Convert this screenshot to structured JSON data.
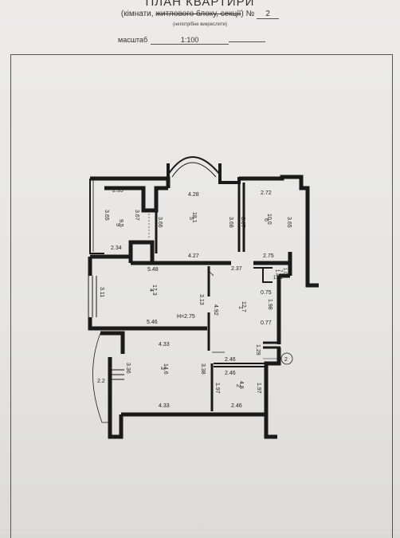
{
  "header": {
    "title": "ПЛАН КВАРТИРИ",
    "subtitle_part1": "(кімнати, ",
    "subtitle_strike": "житлового блоку, секції",
    "subtitle_part2": ") №",
    "number": "2",
    "note": "(непотрібне викреслити)",
    "scale_label": "масштаб",
    "scale_value": "1:100"
  },
  "plan": {
    "room_5": {
      "no": "5",
      "area": "18.1",
      "width_top": "4.28",
      "width_bottom": "4.27",
      "h_left": "3.66",
      "h_right": "3.68"
    },
    "room_6": {
      "no": "6",
      "area": "10.0",
      "width_top": "2.72",
      "width_bottom": "2.75",
      "h_left": "3.67",
      "h_right": "3.65"
    },
    "room_9": {
      "no": "9",
      "area": "9.5",
      "width_top": "2.35",
      "width_bottom": "2.34",
      "h_left": "3.65",
      "h_right": "3.67"
    },
    "room_4": {
      "no": "4",
      "area": "17.3",
      "width_top": "5.48",
      "width_bottom": "5.46",
      "h_left": "3.11",
      "h_right": "3.13",
      "height_label": "H=2.75"
    },
    "room_1": {
      "no": "1",
      "area": "12.7",
      "width_top": "2.37",
      "h_left": "4.92",
      "h_right": "1.98",
      "w_a": "0.75",
      "w_b": "0.77"
    },
    "room_7": {
      "no": "7",
      "area": "1.4",
      "w": "1.41",
      "h": "1.03"
    },
    "room_3": {
      "no": "3",
      "area": "14.6",
      "width_top": "4.33",
      "width_bottom": "4.33",
      "h_left": "3.36",
      "h_right": "3.38"
    },
    "room_2": {
      "no": "2",
      "area": "4.8",
      "width_top": "2.46",
      "width_mid": "2.46",
      "width_bottom": "2.46",
      "h_left": "1.97",
      "h_right": "1.97"
    },
    "extra": {
      "bal_depth": "2.2",
      "door_dim": "1.29",
      "entrance_mark": "2"
    }
  }
}
